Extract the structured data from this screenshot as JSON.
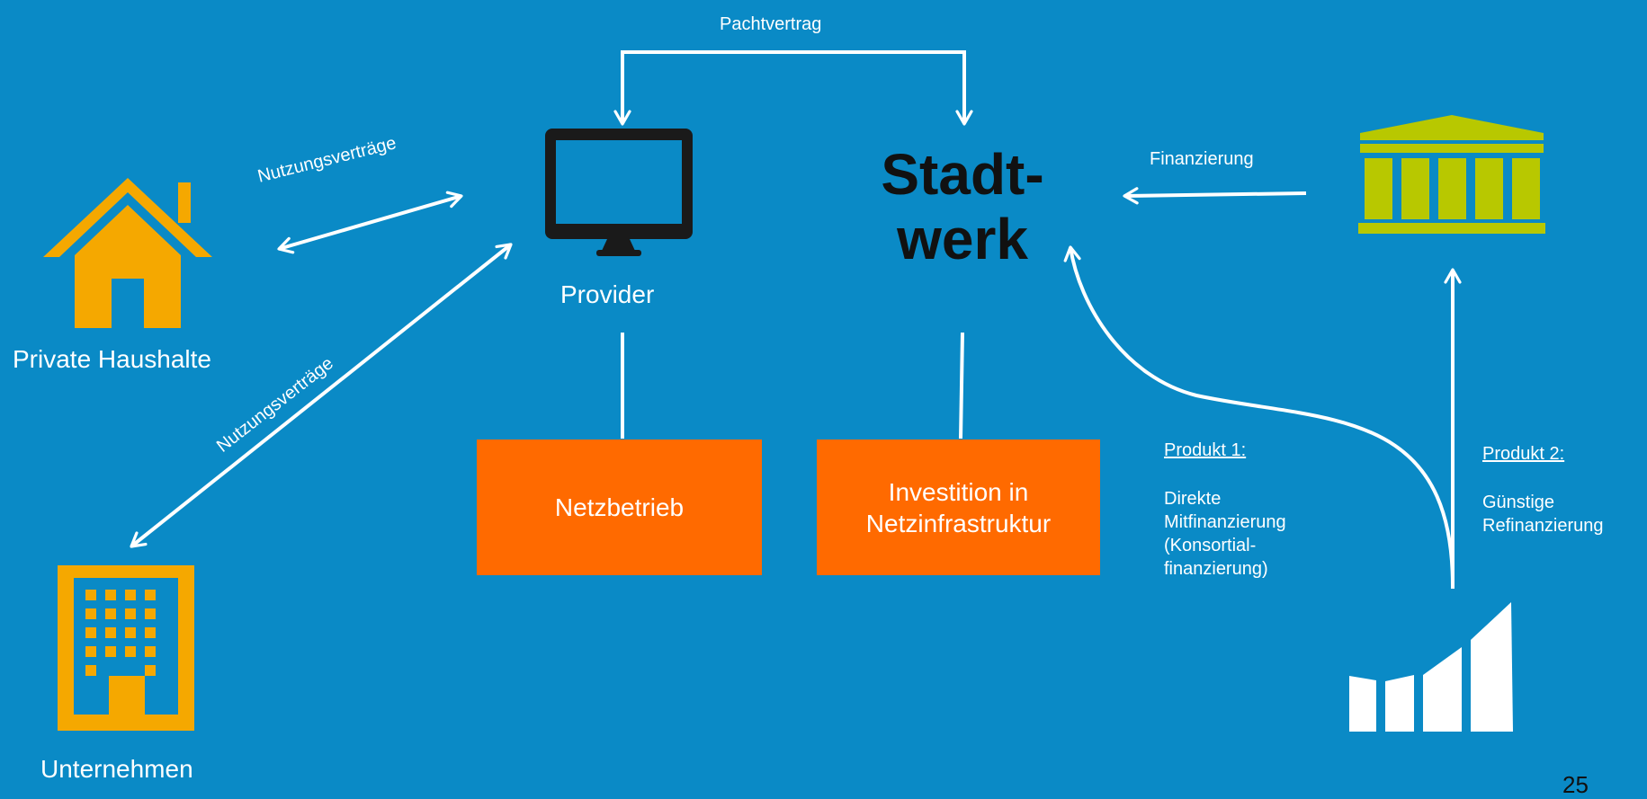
{
  "colors": {
    "background": "#0a8ac6",
    "icon_orange": "#f5a800",
    "bank_green": "#b8c800",
    "box_orange": "#ff6a00",
    "monitor": "#1a1a1a"
  },
  "icons": {
    "house": "house-icon",
    "office": "office-building-icon",
    "monitor": "monitor-icon",
    "bank": "bank-icon",
    "bars": "bar-chart-icon"
  },
  "labels": {
    "pachtvertrag": "Pachtvertrag",
    "nutzung_top": "Nutzungsverträge",
    "nutzung_diag": "Nutzungsverträge",
    "finanzierung": "Finanzierung",
    "private_haushalte": "Private Haushalte",
    "unternehmen": "Unternehmen",
    "provider": "Provider",
    "stadtwerk_line1": "Stadt-",
    "stadtwerk_line2": "werk",
    "page_number": "25"
  },
  "boxes": {
    "netzbetrieb": "Netzbetrieb",
    "investition": "Investition in Netzinfrastruktur"
  },
  "products": {
    "p1_title": "Produkt 1:",
    "p1_body": "Direkte\nMitfinanzierung\n(Konsortial-\nfinanzierung)",
    "p2_title": "Produkt 2:",
    "p2_body": "Günstige\nRefinanzierung"
  }
}
